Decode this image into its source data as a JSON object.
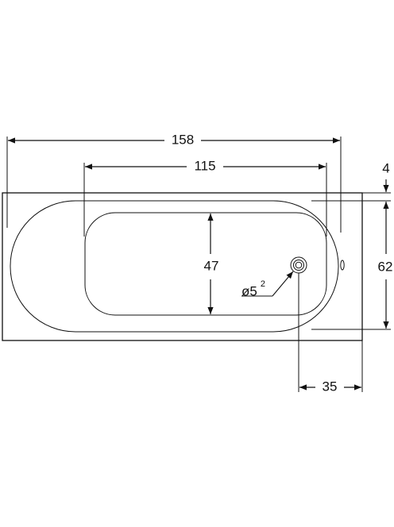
{
  "dimensions": {
    "overall_length": "158",
    "inner_length": "115",
    "rim_thickness": "4",
    "overall_width": "62",
    "inner_width": "47",
    "drain_diameter": "ø5",
    "drain_diameter_superscript": "2",
    "drain_offset": "35"
  },
  "colors": {
    "line": "#111111",
    "background": "#ffffff"
  },
  "icons": {
    "drain": "drain-circle-icon",
    "overflow": "overflow-oval-icon"
  }
}
